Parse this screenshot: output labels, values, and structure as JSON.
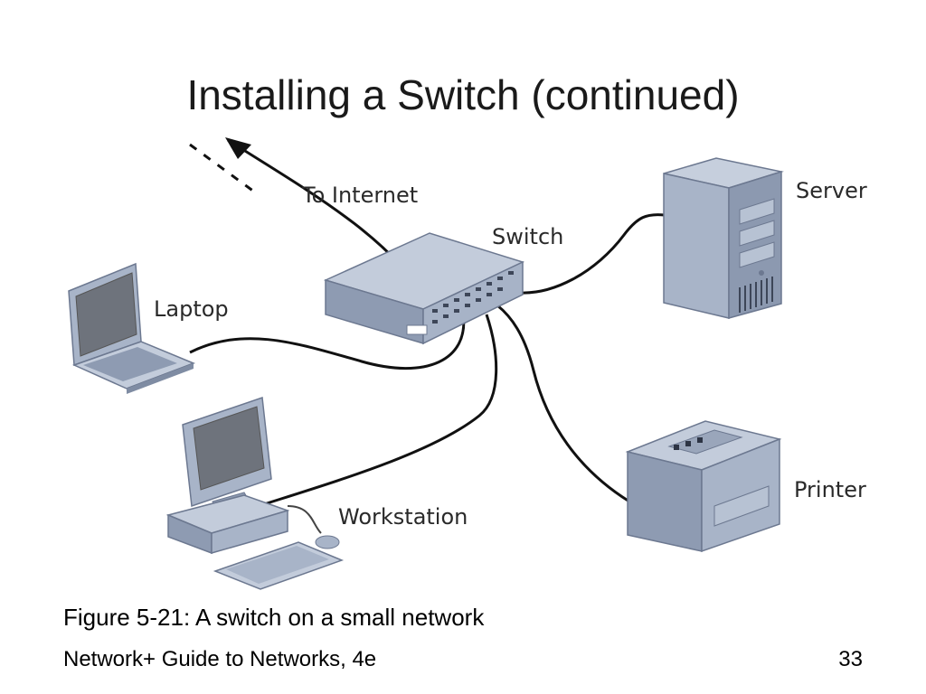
{
  "slide": {
    "title": "Installing a Switch (continued)",
    "caption": "Figure 5-21: A switch on a small network",
    "footer": "Network+ Guide to Networks, 4e",
    "page_number": "33"
  },
  "diagram": {
    "labels": {
      "internet": "To Internet",
      "switch": "Switch",
      "server": "Server",
      "laptop": "Laptop",
      "workstation": "Workstation",
      "printer": "Printer"
    },
    "device_color": "#a3b0c4",
    "device_dark": "#7f8ca3",
    "device_light": "#c8d1df"
  }
}
